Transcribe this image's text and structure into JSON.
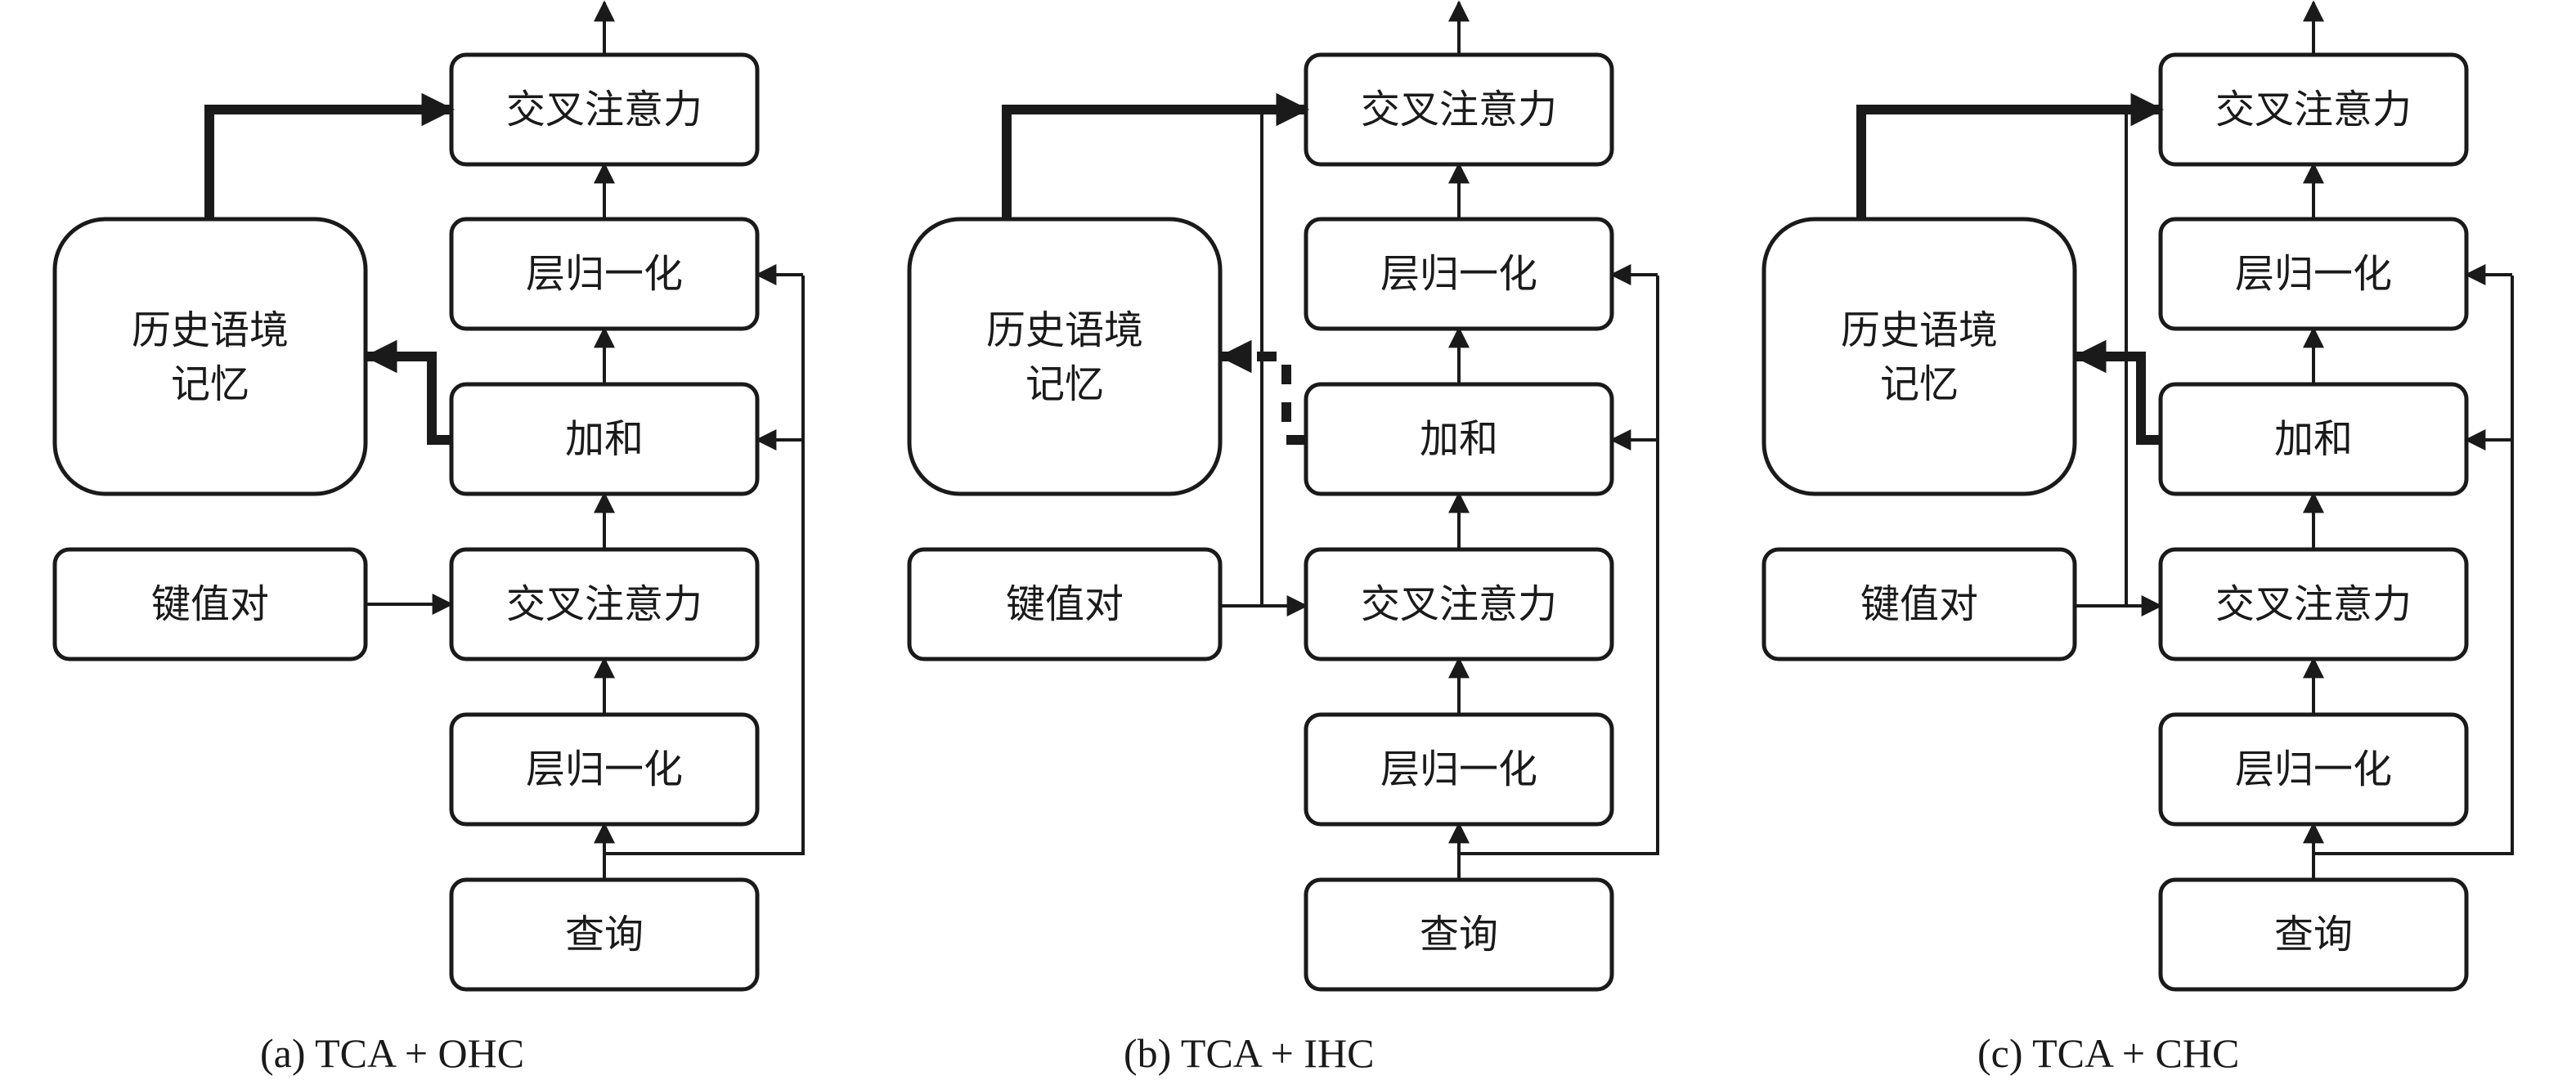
{
  "panels": [
    {
      "id": "a",
      "caption": "(a) TCA + OHC",
      "boxes": {
        "top_cross_attention": "交叉注意力",
        "top_layer_norm": "层归一化",
        "add": "加和",
        "mid_cross_attention": "交叉注意力",
        "bottom_layer_norm": "层归一化",
        "query": "查询",
        "key_value": "键值对",
        "history_memory_line1": "历史语境",
        "history_memory_line2": "记忆"
      }
    },
    {
      "id": "b",
      "caption": "(b) TCA + IHC",
      "boxes": {
        "top_cross_attention": "交叉注意力",
        "top_layer_norm": "层归一化",
        "add": "加和",
        "mid_cross_attention": "交叉注意力",
        "bottom_layer_norm": "层归一化",
        "query": "查询",
        "key_value": "键值对",
        "history_memory_line1": "历史语境",
        "history_memory_line2": "记忆"
      }
    },
    {
      "id": "c",
      "caption": "(c) TCA + CHC",
      "boxes": {
        "top_cross_attention": "交叉注意力",
        "top_layer_norm": "层归一化",
        "add": "加和",
        "mid_cross_attention": "交叉注意力",
        "bottom_layer_norm": "层归一化",
        "query": "查询",
        "key_value": "键值对",
        "history_memory_line1": "历史语境",
        "history_memory_line2": "记忆"
      }
    }
  ],
  "colors": {
    "stroke": "#1a1a1a",
    "background": "#ffffff"
  }
}
